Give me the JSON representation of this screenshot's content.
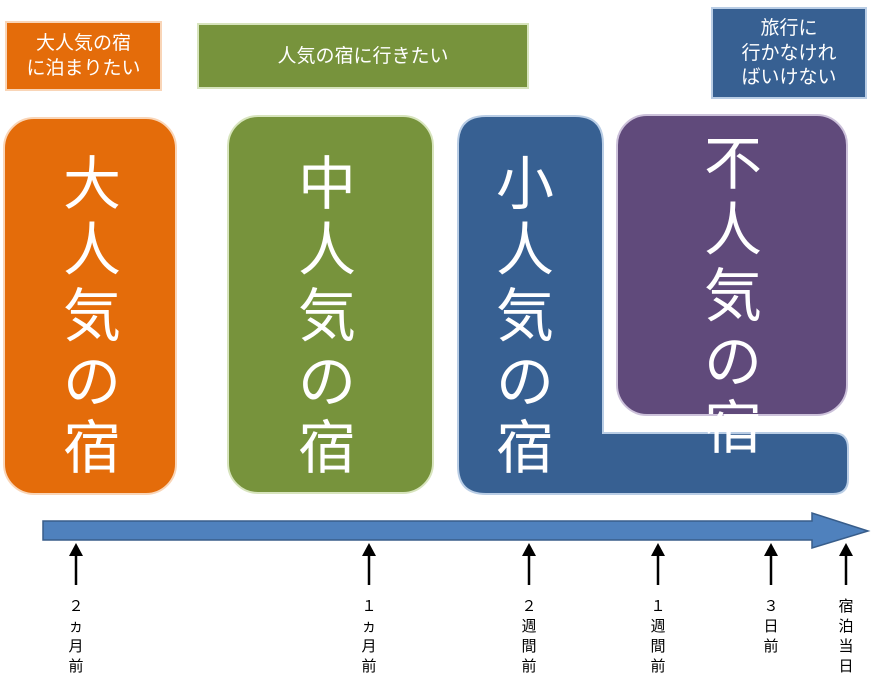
{
  "colors": {
    "orange": "#E46C0A",
    "green": "#77933C",
    "blue": "#376092",
    "purple": "#604A7B",
    "arrow": "#4F81BD"
  },
  "labels": {
    "orange": [
      "大人気の宿",
      "に泊まりたい"
    ],
    "green": [
      "人気の宿に行きたい"
    ],
    "blue": [
      "旅行に",
      "行かなけれ",
      "ばいけない"
    ]
  },
  "blocks": {
    "popular": [
      "大",
      "人",
      "気",
      "の",
      "宿"
    ],
    "medium": [
      "中",
      "人",
      "気",
      "の",
      "宿"
    ],
    "small": [
      "小",
      "人",
      "気",
      "の",
      "宿"
    ],
    "unpopular": [
      "不",
      "人",
      "気",
      "の",
      "宿"
    ]
  },
  "timeline": [
    [
      "２",
      "ヵ",
      "月",
      "前"
    ],
    [
      "１",
      "ヵ",
      "月",
      "前"
    ],
    [
      "２",
      "週",
      "間",
      "前"
    ],
    [
      "１",
      "週",
      "間",
      "前"
    ],
    [
      "３",
      "日",
      "前"
    ],
    [
      "宿",
      "泊",
      "当",
      "日"
    ]
  ]
}
